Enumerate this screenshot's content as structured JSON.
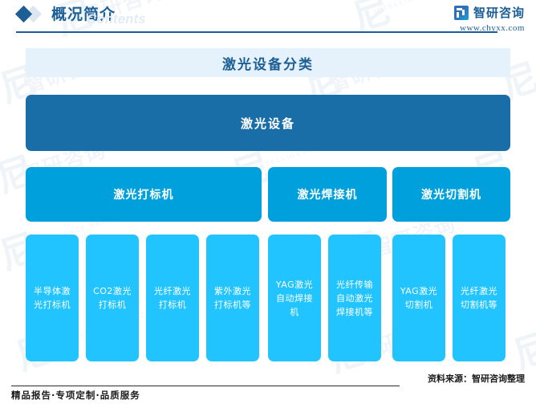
{
  "header": {
    "title": "概况简介",
    "ghost_text": "Contents",
    "diamond_icon": "diamond-icon",
    "brand": "智研咨询",
    "url": "www.chyxx.com"
  },
  "chart_title": "激光设备分类",
  "chart_data": {
    "type": "diagram",
    "title": "激光设备分类",
    "root": "激光设备",
    "branches": [
      {
        "label": "激光打标机",
        "children": [
          "半导体激光打标机",
          "CO2激光打标机",
          "光纤激光打标机",
          "紫外激光打标机等"
        ]
      },
      {
        "label": "激光焊接机",
        "children": [
          "YAG激光自动焊接机",
          "光纤传输自动激光焊接机等"
        ]
      },
      {
        "label": "激光切割机",
        "children": [
          "YAG激光切割机",
          "光纤激光切割机等"
        ]
      }
    ],
    "colors": {
      "level1": "#1a6ea8",
      "level2": "#00a0dc",
      "level3": "#22c4ff",
      "title_band": "#e6f2fb",
      "accent": "#1c5f96"
    }
  },
  "footer": {
    "source": "资料来源：智研咨询整理",
    "slogan": "精品报告·专项定制·品质服务"
  },
  "watermarks": {
    "logo_glyph": "尼",
    "word": "智研咨询",
    "tiny": "INTELLIGENCE RESEARCH"
  }
}
